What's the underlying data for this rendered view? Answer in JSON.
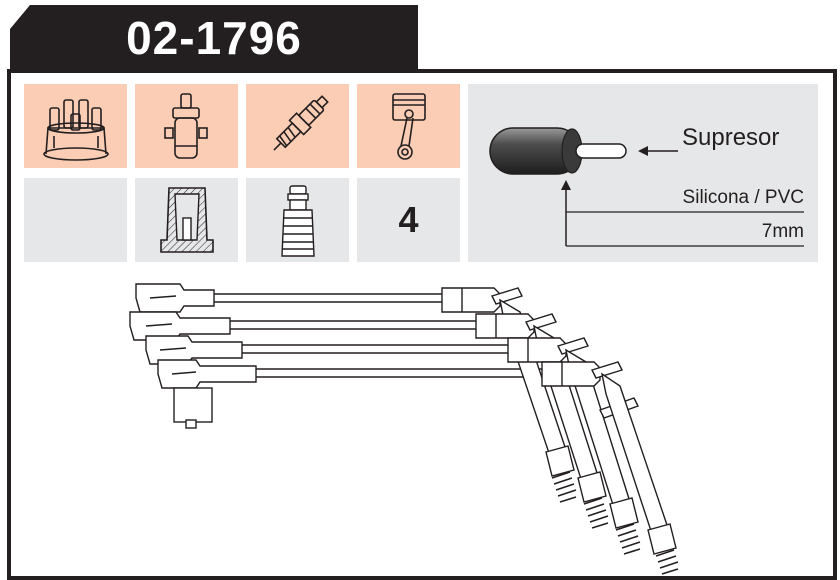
{
  "part_number": "02-1796",
  "icons": {
    "distributor_cap": "distributor-cap-icon",
    "ignition_coil": "ignition-coil-icon",
    "spark_plug": "spark-plug-icon",
    "piston": "piston-icon",
    "coil_terminal": "coil-terminal-icon",
    "plug_boot": "plug-boot-icon"
  },
  "cylinders": "4",
  "suppressor": {
    "label": "Supresor",
    "material": "Silicona / PVC",
    "diameter": "7mm"
  },
  "colors": {
    "title_bg": "#231f20",
    "peach": "#fbcdb4",
    "grey": "#e6e7e8"
  }
}
